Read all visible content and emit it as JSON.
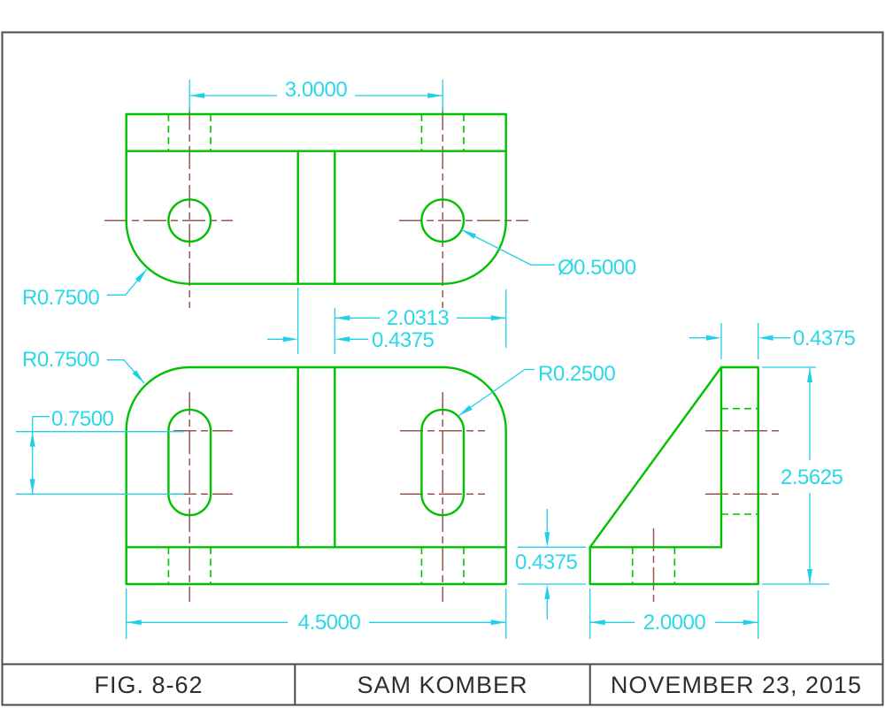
{
  "views": {
    "top_view": "top-view",
    "front_view": "front-view",
    "side_view": "side-view"
  },
  "dimensions": {
    "hole_spacing": "3.0000",
    "hole_diameter": "Ø0.5000",
    "corner_radius_top_view": "R0.7500",
    "corner_radius_front_view": "R0.7500",
    "rib_to_edge": "2.0313",
    "rib_width": "0.4375",
    "slot_radius": "R0.2500",
    "slot_center_spacing": "0.7500",
    "overall_width": "4.5000",
    "wall_thickness": "0.4375",
    "overall_height": "2.5625",
    "base_thickness": "0.4375",
    "base_depth": "2.0000"
  },
  "title_block": {
    "figure_number": "FIG. 8-62",
    "drawn_by": "SAM KOMBER",
    "date": "NOVEMBER 23, 2015"
  },
  "colors": {
    "object_lines": "#00c000",
    "dimension_lines": "#1fd0e6",
    "dimension_text": "#2bd8ea",
    "centerlines": "#a0524c",
    "border": "#4a4a4a",
    "background": "#ffffff"
  }
}
